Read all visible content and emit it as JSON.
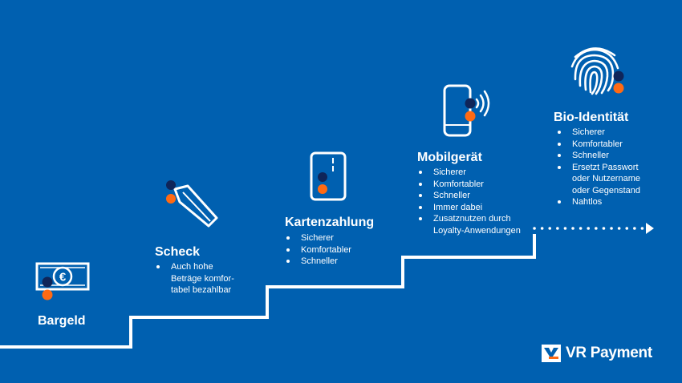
{
  "colors": {
    "background": "#0060b0",
    "foreground": "#ffffff",
    "dot_dark": "#0f2559",
    "dot_orange": "#ff6a13"
  },
  "steps": [
    {
      "title": "Bargeld",
      "icon": "banknote-euro-icon",
      "items": []
    },
    {
      "title": "Scheck",
      "icon": "pen-nib-icon",
      "items": [
        "Auch hohe",
        "Beträge komfor-",
        "tabel bezahlbar"
      ]
    },
    {
      "title": "Kartenzahlung",
      "icon": "payment-card-icon",
      "items": [
        "Sicherer",
        "Komfortabler",
        "Schneller"
      ]
    },
    {
      "title": "Mobilgerät",
      "icon": "smartphone-contactless-icon",
      "items": [
        "Sicherer",
        "Komfortabler",
        "Schneller",
        "Immer dabei",
        "Zusatznutzen durch",
        "Loyalty-Anwendungen"
      ]
    },
    {
      "title": "Bio-Identität",
      "icon": "fingerprint-icon",
      "items": [
        "Sicherer",
        "Komfortabler",
        "Schneller",
        "Ersetzt Passwort",
        "oder Nutzername",
        "oder Gegenstand",
        "Nahtlos"
      ]
    }
  ],
  "logo": {
    "text": "VR Payment",
    "icon": "vr-logo-icon"
  }
}
